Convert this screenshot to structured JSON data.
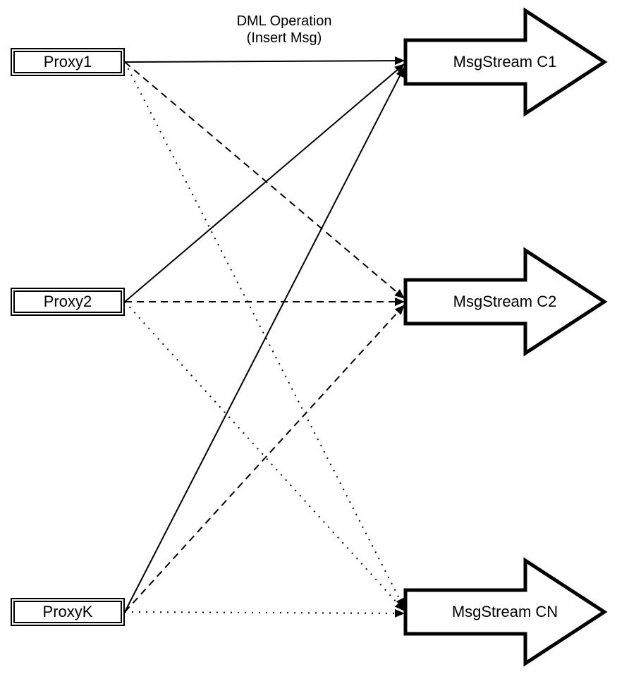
{
  "diagram": {
    "colors": {
      "ink": "#000000",
      "paper": "#ffffff"
    },
    "annotation": {
      "line1": "DML Operation",
      "line2": "(Insert Msg)"
    },
    "proxies": [
      {
        "label": "Proxy1"
      },
      {
        "label": "Proxy2"
      },
      {
        "label": "ProxyK"
      }
    ],
    "streams": [
      {
        "label": "MsgStream C1"
      },
      {
        "label": "MsgStream C2"
      },
      {
        "label": "MsgStream CN"
      }
    ],
    "edges": [
      {
        "from": "Proxy1",
        "to": "MsgStream C1",
        "style": "solid"
      },
      {
        "from": "Proxy2",
        "to": "MsgStream C1",
        "style": "solid"
      },
      {
        "from": "ProxyK",
        "to": "MsgStream C1",
        "style": "solid"
      },
      {
        "from": "Proxy1",
        "to": "MsgStream C2",
        "style": "dashed"
      },
      {
        "from": "Proxy2",
        "to": "MsgStream C2",
        "style": "dashed"
      },
      {
        "from": "ProxyK",
        "to": "MsgStream C2",
        "style": "dashed"
      },
      {
        "from": "Proxy1",
        "to": "MsgStream CN",
        "style": "dotted"
      },
      {
        "from": "Proxy2",
        "to": "MsgStream CN",
        "style": "dotted"
      },
      {
        "from": "ProxyK",
        "to": "MsgStream CN",
        "style": "dotted"
      }
    ]
  }
}
